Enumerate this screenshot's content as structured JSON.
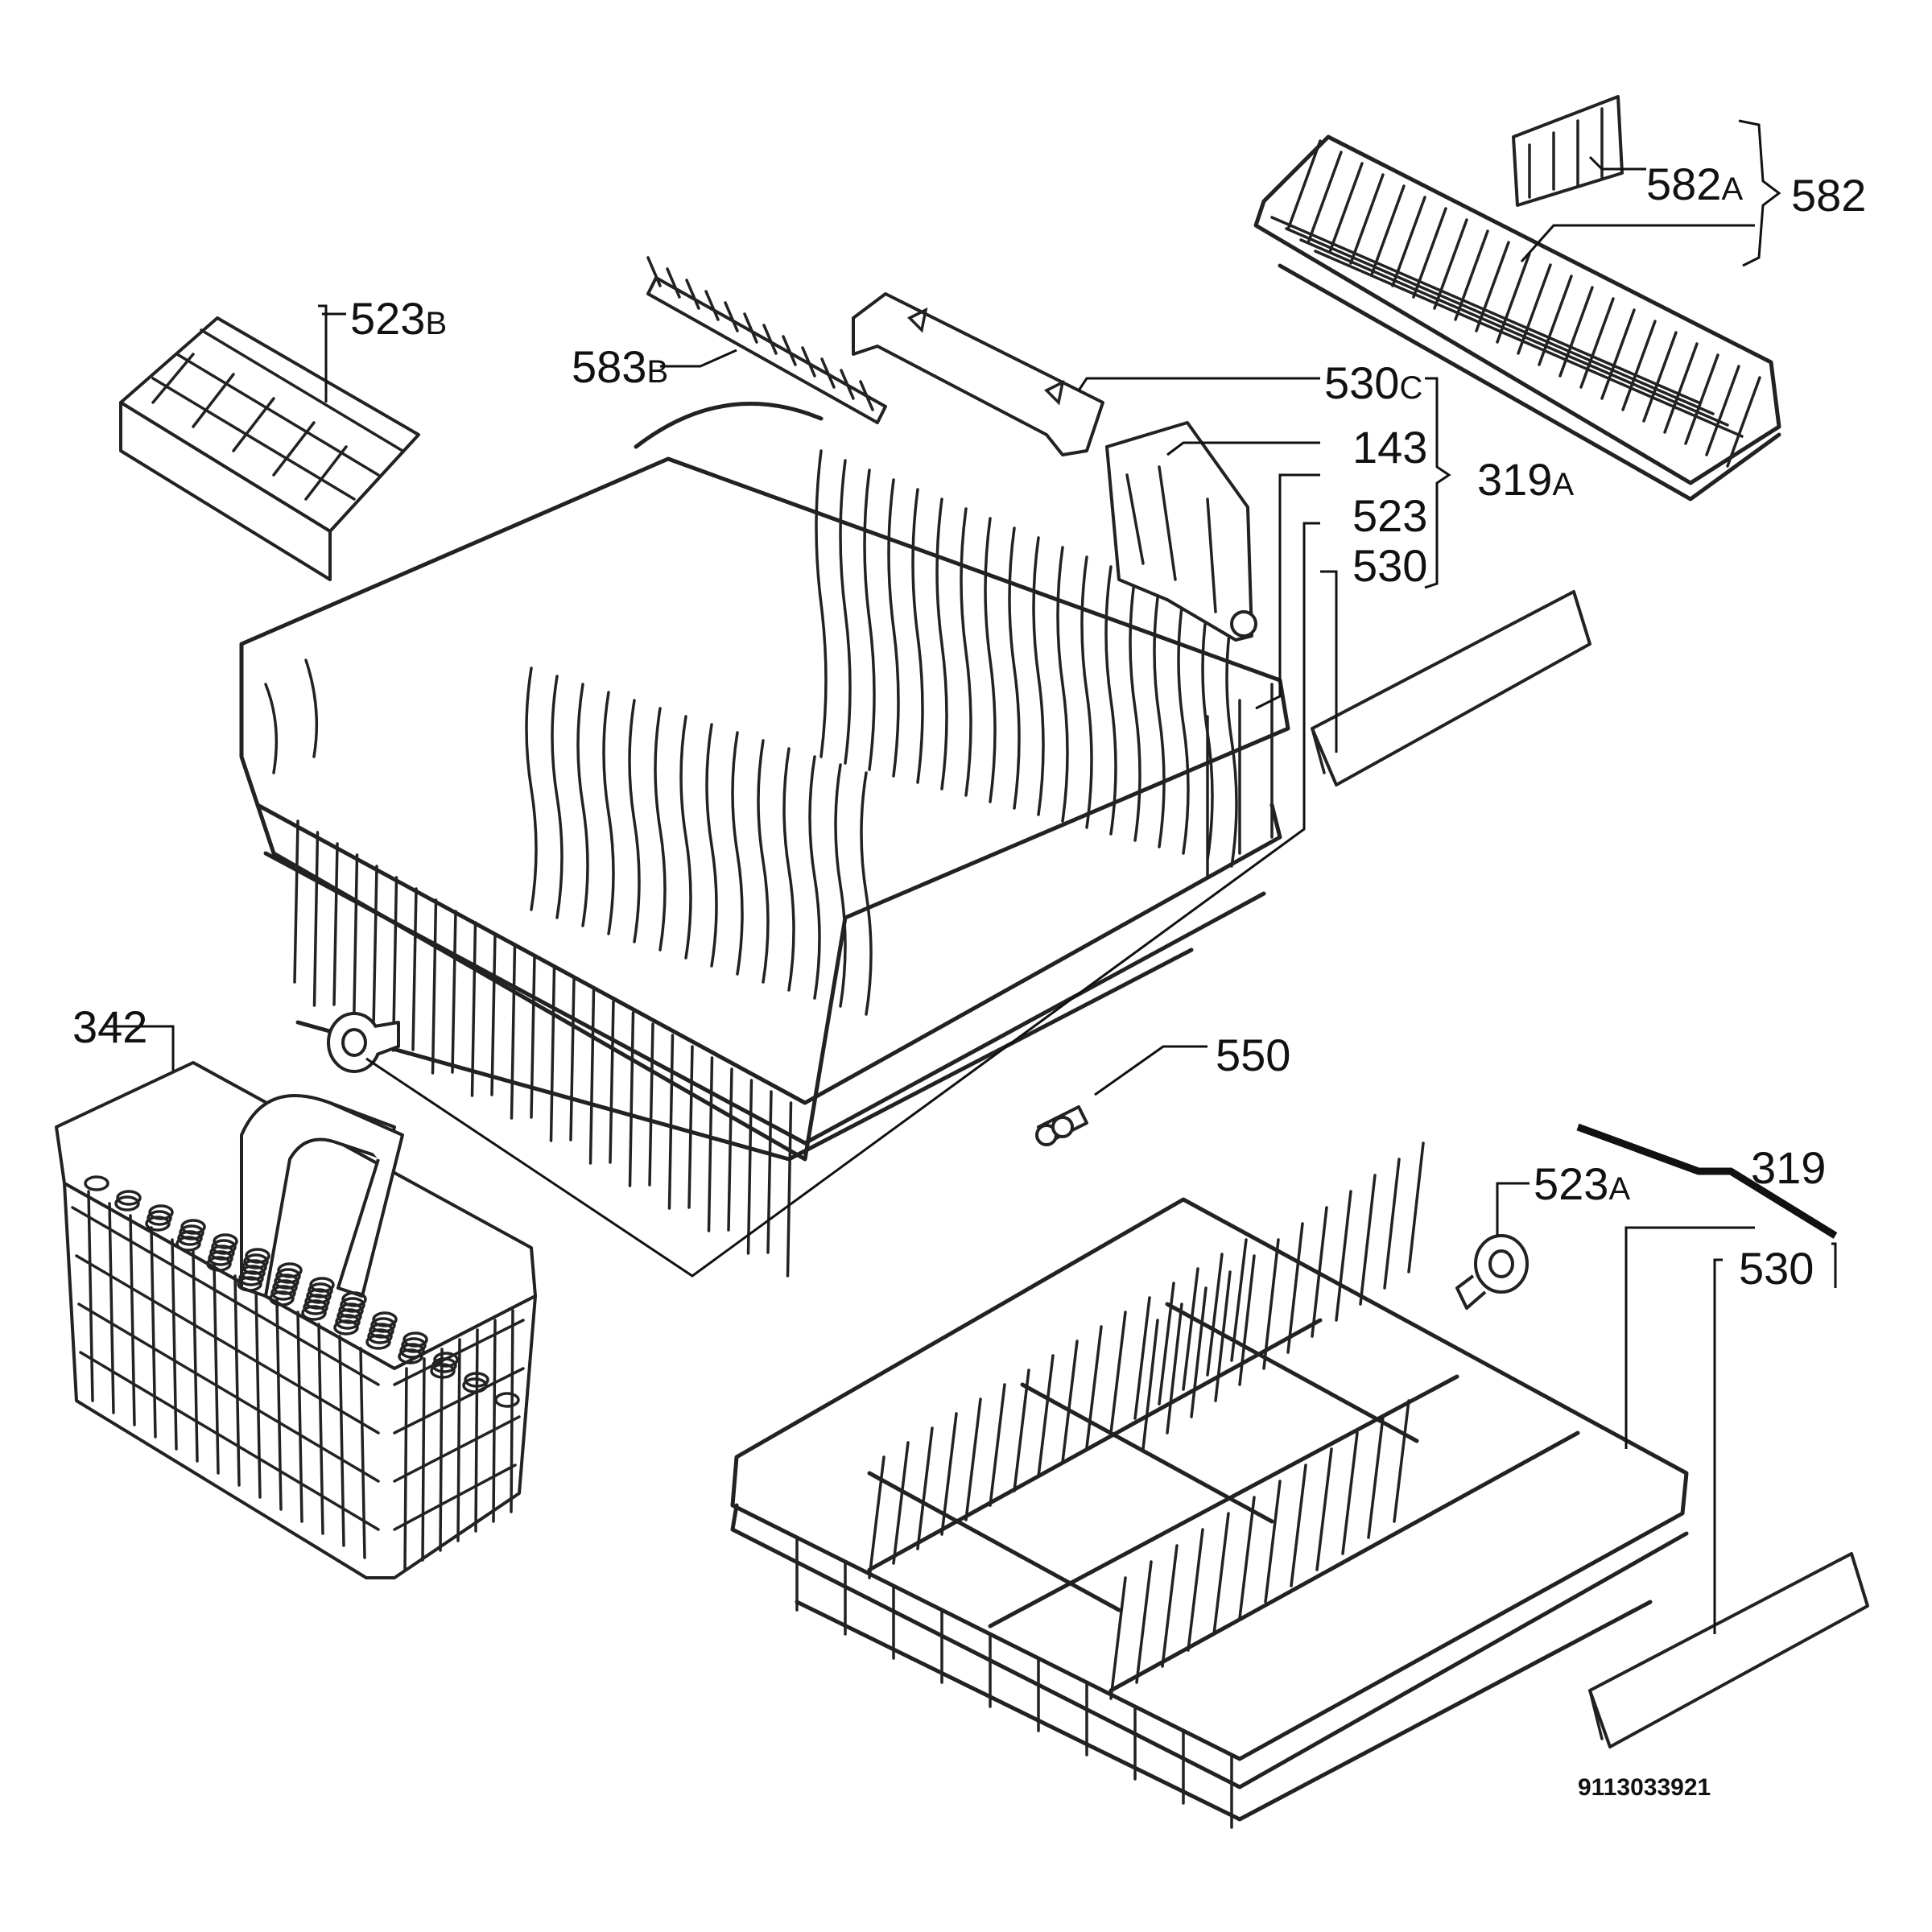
{
  "labels": {
    "p523B": "523",
    "p523B_suffix": "B",
    "p583B": "583",
    "p583B_suffix": "B",
    "p530C": "530",
    "p530C_suffix": "C",
    "p143": "143",
    "p319A": "319",
    "p319A_suffix": "A",
    "p523": "523",
    "p530_upper": "530",
    "p582A": "582",
    "p582A_suffix": "A",
    "p582": "582",
    "p342": "342",
    "p550": "550",
    "p523A": "523",
    "p523A_suffix": "A",
    "p319": "319",
    "p530_lower": "530"
  },
  "document_number": "9113033921"
}
